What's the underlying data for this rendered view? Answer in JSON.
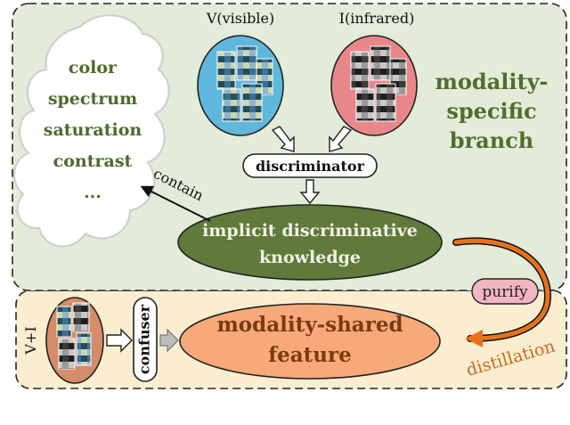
{
  "modality_specific_branch": {
    "title_line1": "modality-",
    "title_line2": "specific",
    "title_line3": "branch",
    "visible_label": "V(visible)",
    "infrared_label": "I(infrared)",
    "discriminator_label": "discriminator",
    "knowledge_line1": "implicit discriminative",
    "knowledge_line2": "knowledge",
    "contain_label": "contain",
    "cloud_items": [
      "color",
      "spectrum",
      "saturation",
      "contrast",
      "..."
    ]
  },
  "modality_shared_branch": {
    "vi_label": "V+I",
    "confuser_label": "confuser",
    "feature_line1": "modality-shared",
    "feature_line2": "feature"
  },
  "links": {
    "purify_label": "purify",
    "distillation_label": "distillation"
  },
  "colors": {
    "specific_bg": "#e3ecd9",
    "shared_bg": "#fbedd0",
    "green_text": "#556b2f",
    "orange_text": "#c96a1e",
    "knowledge_fill": "#5f7a3a",
    "feature_fill": "#f7a97a",
    "visible_fill": "#5fb8dc",
    "infrared_fill": "#e8878a",
    "vi_fill": "#d58c6a",
    "purify_fill": "#f2b5c1",
    "distill_arrow": "#e8721c"
  }
}
